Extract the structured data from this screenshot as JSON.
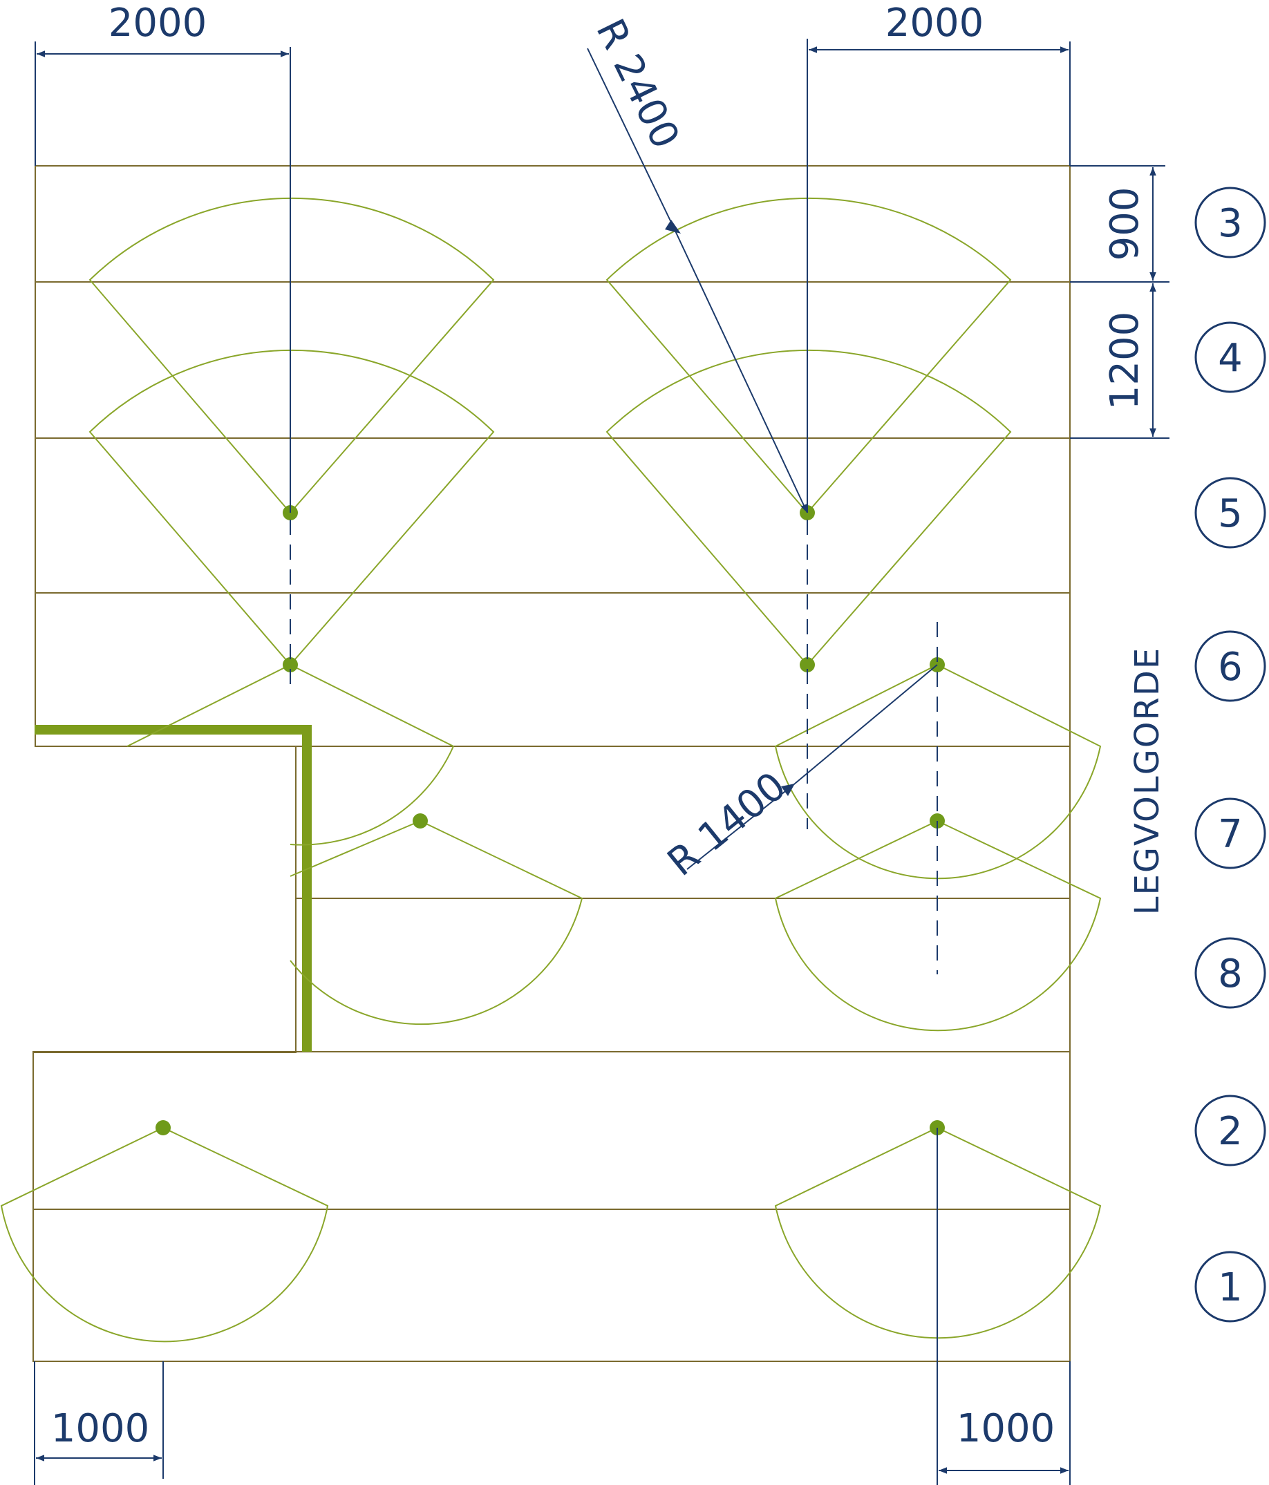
{
  "colors": {
    "board": "#7a6a2e",
    "sweep": "#8aa62a",
    "pivot": "#6f9a1a",
    "wall": "#7d9c1b",
    "dimension": "#1c3a6b"
  },
  "dimensions": {
    "top_left_width": "2000",
    "top_right_width": "2000",
    "bottom_left_width": "1000",
    "bottom_right_width": "1000",
    "row_height_900": "900",
    "row_height_1200": "1200",
    "radius_large": "R 2400",
    "radius_small": "R 1400"
  },
  "sequence_title": "LEGVOLGORDE",
  "sequence_numbers": [
    "3",
    "4",
    "5",
    "6",
    "7",
    "8",
    "2",
    "1"
  ]
}
